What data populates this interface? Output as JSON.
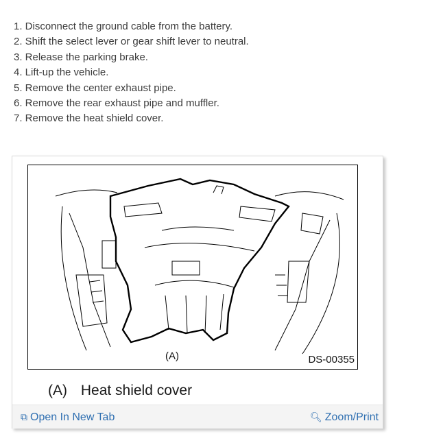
{
  "steps": [
    "1. Disconnect the ground cable from the battery.",
    "2. Shift the select lever or gear shift lever to neutral.",
    "3. Release the parking brake.",
    "4. Lift-up the vehicle.",
    "5. Remove the center exhaust pipe.",
    "6. Remove the rear exhaust pipe and muffler.",
    "7. Remove the heat shield cover."
  ],
  "figure": {
    "callout": "(A)",
    "id": "DS-00355",
    "caption_tag": "(A)",
    "caption_text": "Heat shield cover"
  },
  "footer": {
    "open_tab_icon": "open-in-new-tab-icon",
    "open_tab_label": "Open In New Tab",
    "zoom_icon": "magnifier-icon",
    "zoom_label": "Zoom/Print"
  },
  "colors": {
    "link": "#2f6fb1"
  }
}
